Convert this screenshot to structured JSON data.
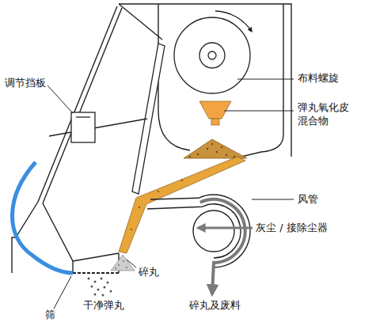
{
  "diagram": {
    "labels": [
      "调节挡板",
      "布料螺旋",
      "弹丸氧化皮 混合物",
      "风管",
      "灰尘 / 接除尘器",
      "碎丸",
      "碎丸及废料",
      "干净弹丸",
      "筛"
    ]
  }
}
